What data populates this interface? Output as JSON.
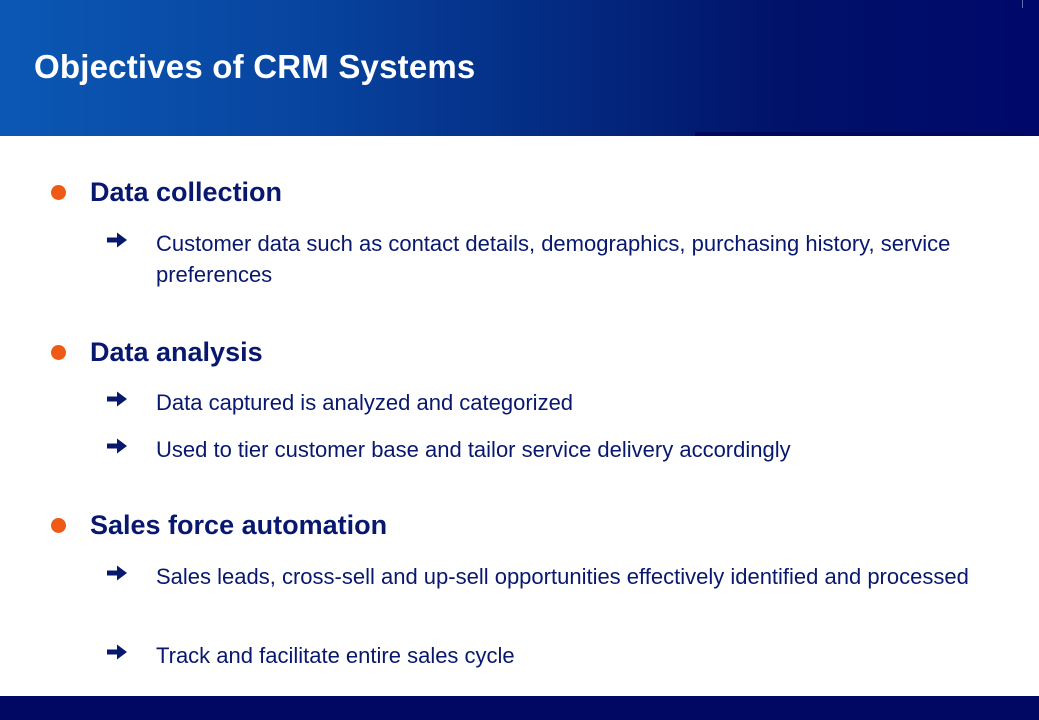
{
  "slide": {
    "title": "Objectives of CRM Systems",
    "sections": [
      {
        "heading": "Data collection",
        "items": [
          "Customer data such as contact details, demographics, purchasing history, service preferences"
        ]
      },
      {
        "heading": "Data analysis",
        "items": [
          "Data captured is analyzed and categorized",
          "Used to tier customer base and tailor service delivery accordingly"
        ]
      },
      {
        "heading": "Sales force automation",
        "items": [
          "Sales leads, cross-sell and up-sell opportunities effectively identified and processed",
          "Track and facilitate entire sales cycle"
        ]
      }
    ]
  },
  "colors": {
    "header_blue_light": "#0b58b4",
    "header_blue_dark": "#00086a",
    "text_navy": "#08186e",
    "bullet_orange": "#ef5a17",
    "footer_navy": "#000864"
  },
  "icons": {
    "section_bullet": "orange-dot-icon",
    "item_bullet": "arrow-right-icon"
  }
}
